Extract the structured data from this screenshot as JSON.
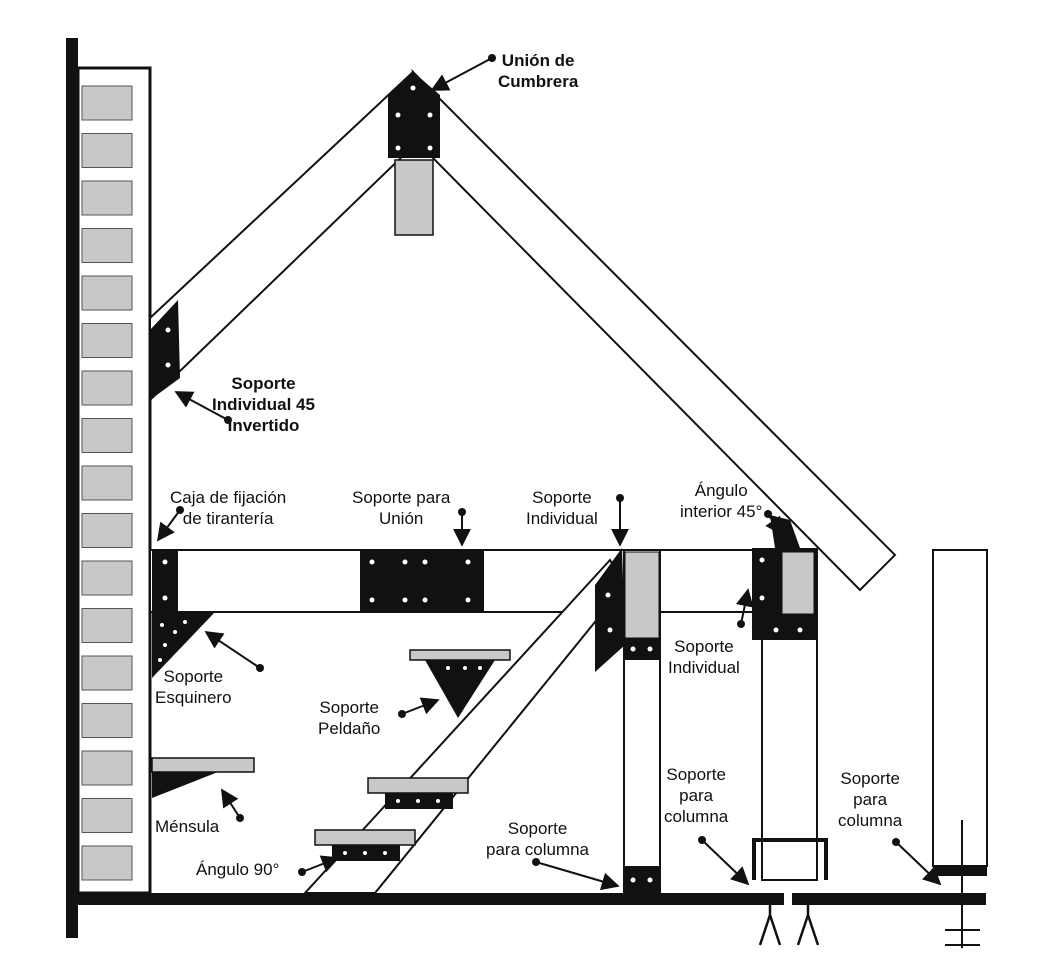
{
  "labels": {
    "union_cumbrera": "Unión de\nCumbrera",
    "soporte_individual_45": "Soporte\nIndividual 45\nInvertido",
    "caja_fijacion": "Caja de fijación\nde tirantería",
    "soporte_union": "Soporte para\nUnión",
    "soporte_individual_top": "Soporte\nIndividual",
    "angulo_interior": "Ángulo\ninterior 45°",
    "soporte_esquinero": "Soporte\nEsquinero",
    "soporte_peldano": "Soporte\nPeldaño",
    "soporte_individual_right": "Soporte\nIndividual",
    "mensula": "Ménsula",
    "angulo_90": "Ángulo 90°",
    "soporte_columna_1": "Soporte\npara columna",
    "soporte_columna_2": "Soporte\npara\ncolumna",
    "soporte_columna_3": "Soporte\npara\ncolumna"
  },
  "colors": {
    "metal": "#111111",
    "wood": "#ffffff",
    "brick": "#c8c8c8",
    "line": "#111111"
  }
}
